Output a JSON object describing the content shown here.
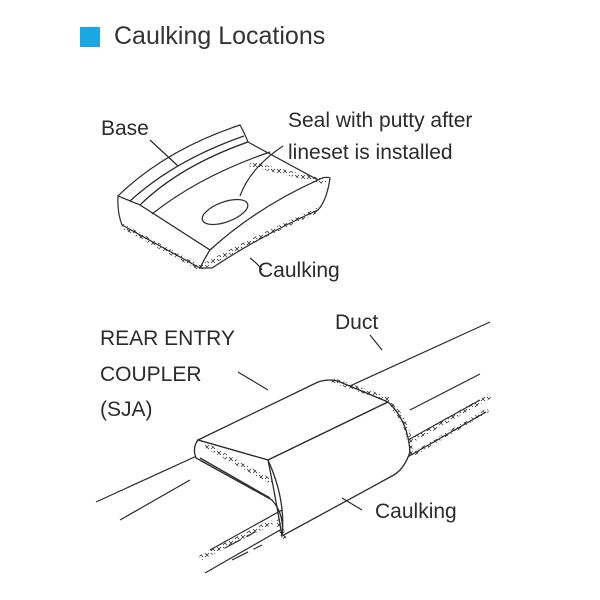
{
  "header": {
    "title": "Caulking Locations",
    "accent_color": "#1aa8e3",
    "square_icon": "square-bullet-icon"
  },
  "base_diagram": {
    "base_label": "Base",
    "seal_label_line1": "Seal with putty after",
    "seal_label_line2": "lineset is installed",
    "caulking_label": "Caulking"
  },
  "coupler_diagram": {
    "duct_label": "Duct",
    "coupler_line1": "REAR ENTRY",
    "coupler_line2": "COUPLER",
    "coupler_line3": "(SJA)",
    "caulking_label": "Caulking"
  },
  "colors": {
    "line": "#2b2b2b",
    "accent": "#1aa8e3"
  }
}
